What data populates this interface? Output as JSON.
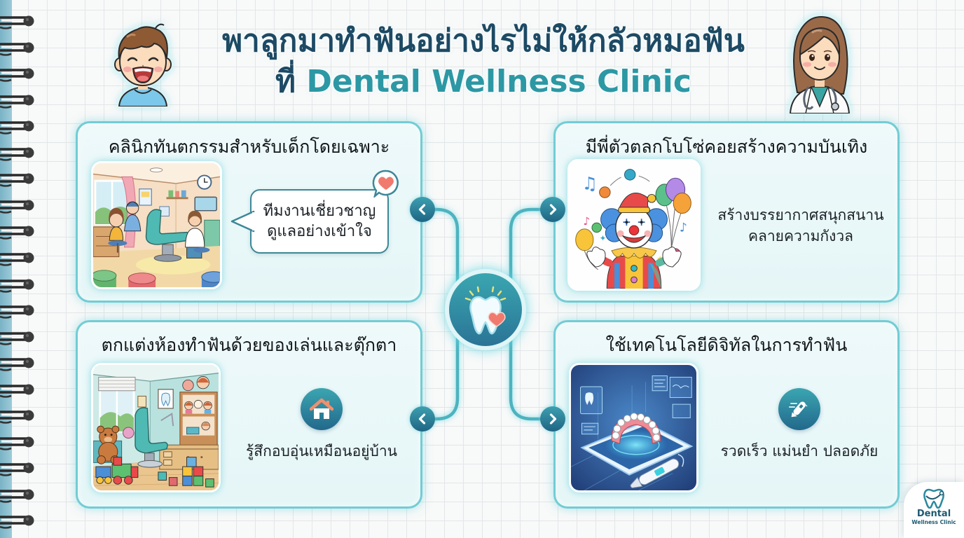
{
  "header": {
    "title_line1": "พาลูกมาทำฟันอย่างไรไม่ให้กลัวหมอฟัน",
    "title_line2_prefix": "ที่",
    "title_line2_brand": "Dental Wellness Clinic"
  },
  "avatars": {
    "left": "happy-boy-avatar",
    "right": "female-dentist-avatar"
  },
  "cards": [
    {
      "title": "คลินิกทันตกรรมสำหรับเด็กโดยเฉพาะ",
      "illustration": "kids-dental-clinic-room",
      "callout": {
        "lines": [
          "ทีมงานเชี่ยวชาญ",
          "ดูแลอย่างเข้าใจ"
        ],
        "badge_icon": "heart-icon"
      },
      "nav_icon": "chevron-left-icon"
    },
    {
      "title": "มีพี่ตัวตลกโบโซ่คอยสร้างความบันเทิง",
      "illustration": "juggling-clown",
      "text_lines": [
        "สร้างบรรยากาศสนุกสนาน",
        "คลายความกังวล"
      ],
      "nav_icon": "chevron-right-icon"
    },
    {
      "title": "ตกแต่งห้องทำฟันด้วยของเล่นและตุ๊กตา",
      "illustration": "toy-decorated-dental-room",
      "icon": "house-icon",
      "text": "รู้สึกอบอุ่นเหมือนอยู่บ้าน",
      "nav_icon": "chevron-left-icon"
    },
    {
      "title": "ใช้เทคโนโลยีดิจิทัลในการทำฟัน",
      "illustration": "digital-dental-scanner-tablet",
      "icon": "intraoral-scanner-icon",
      "text": "รวดเร็ว แม่นยำ ปลอดภัย",
      "nav_icon": "chevron-right-icon"
    }
  ],
  "hub": {
    "icon": "tooth-heart-icon"
  },
  "logo": {
    "name": "Dental",
    "tagline": "Wellness Clinic",
    "icon": "tooth-logo-icon"
  },
  "colors": {
    "title_dark": "#1d4a64",
    "brand_teal": "#2c98a4",
    "card_border": "#72ccd4",
    "card_bg": "#ebf8f9",
    "connector": "#4db3bf",
    "button_dark": "#1f6584",
    "heart": "#f07a6e",
    "binding_strip": "#8cc3d3"
  }
}
